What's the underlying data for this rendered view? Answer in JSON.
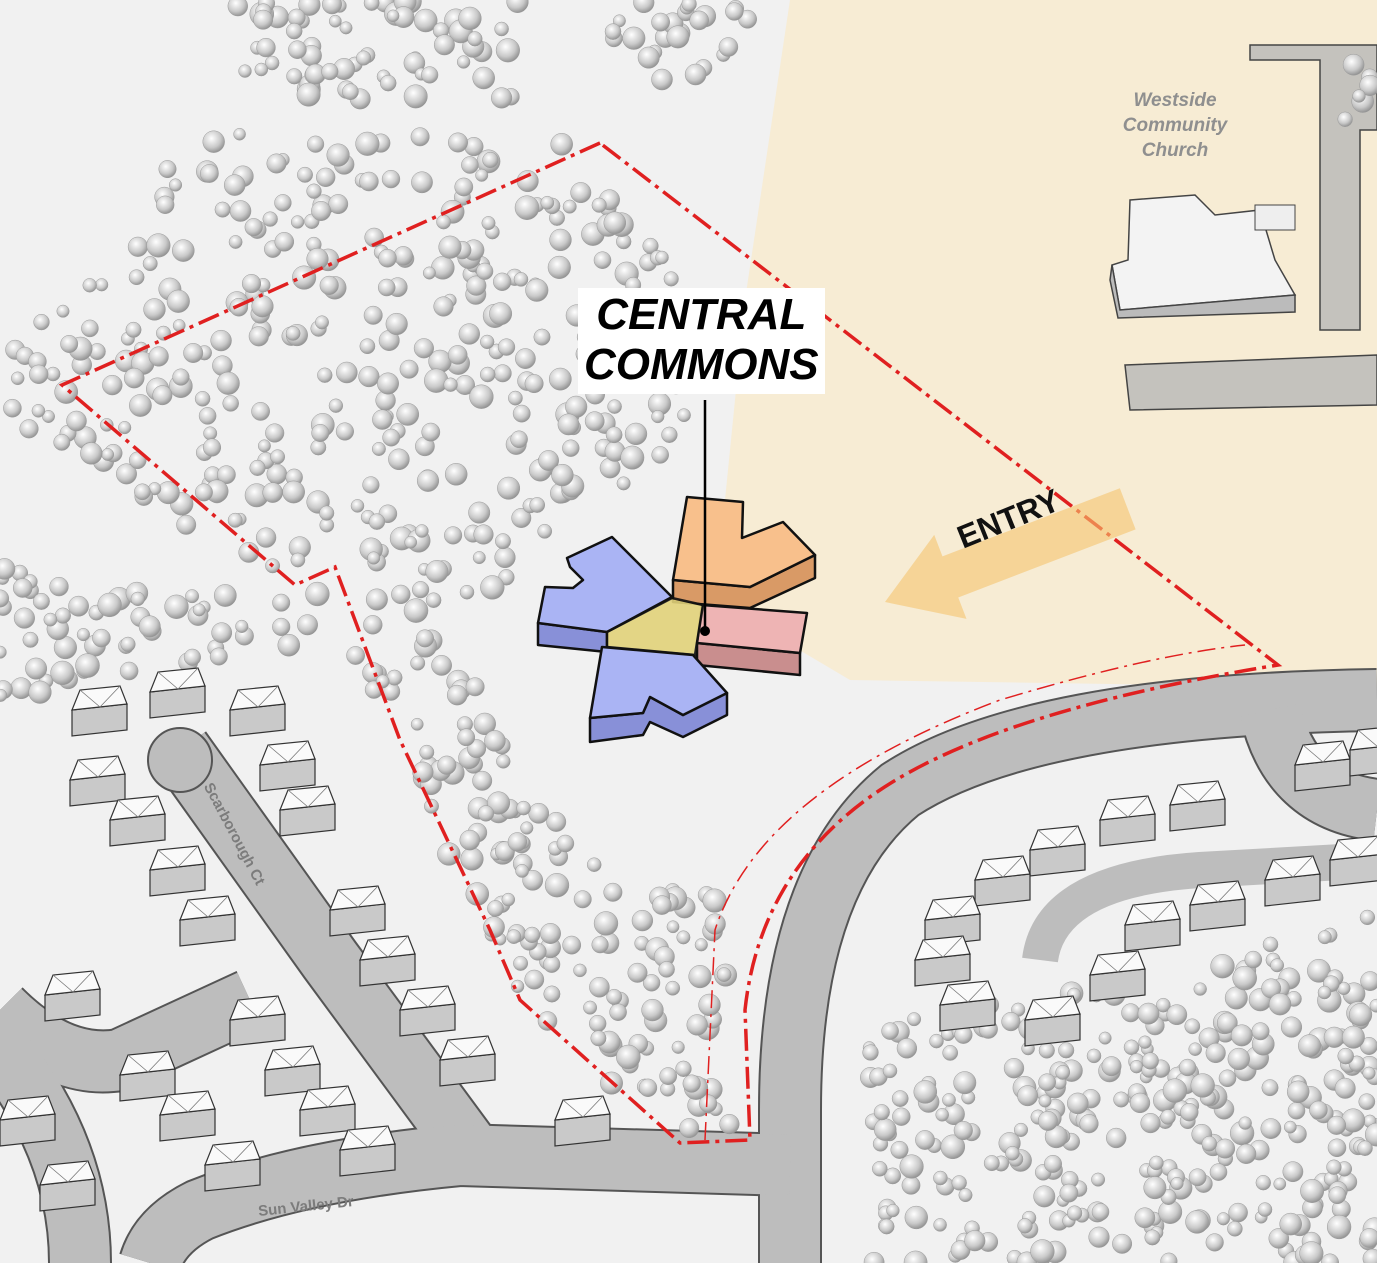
{
  "labels": {
    "central_commons_line1": "CENTRAL",
    "central_commons_line2": "COMMONS",
    "entry": "ENTRY",
    "church_line1": "Westside",
    "church_line2": "Community",
    "church_line3": "Church"
  },
  "streets": {
    "scarborough": "Scarborough Ct",
    "sun_valley": "Sun Valley Dr"
  },
  "colors": {
    "boundary": "#e02020",
    "entry_zone": "#f8ebcf",
    "wing_blue": "#aab4f4",
    "wing_orange": "#f8c08c",
    "wing_pink": "#eeb4b4",
    "commons_yellow": "#e2d27a",
    "road": "#bdbdbd"
  }
}
